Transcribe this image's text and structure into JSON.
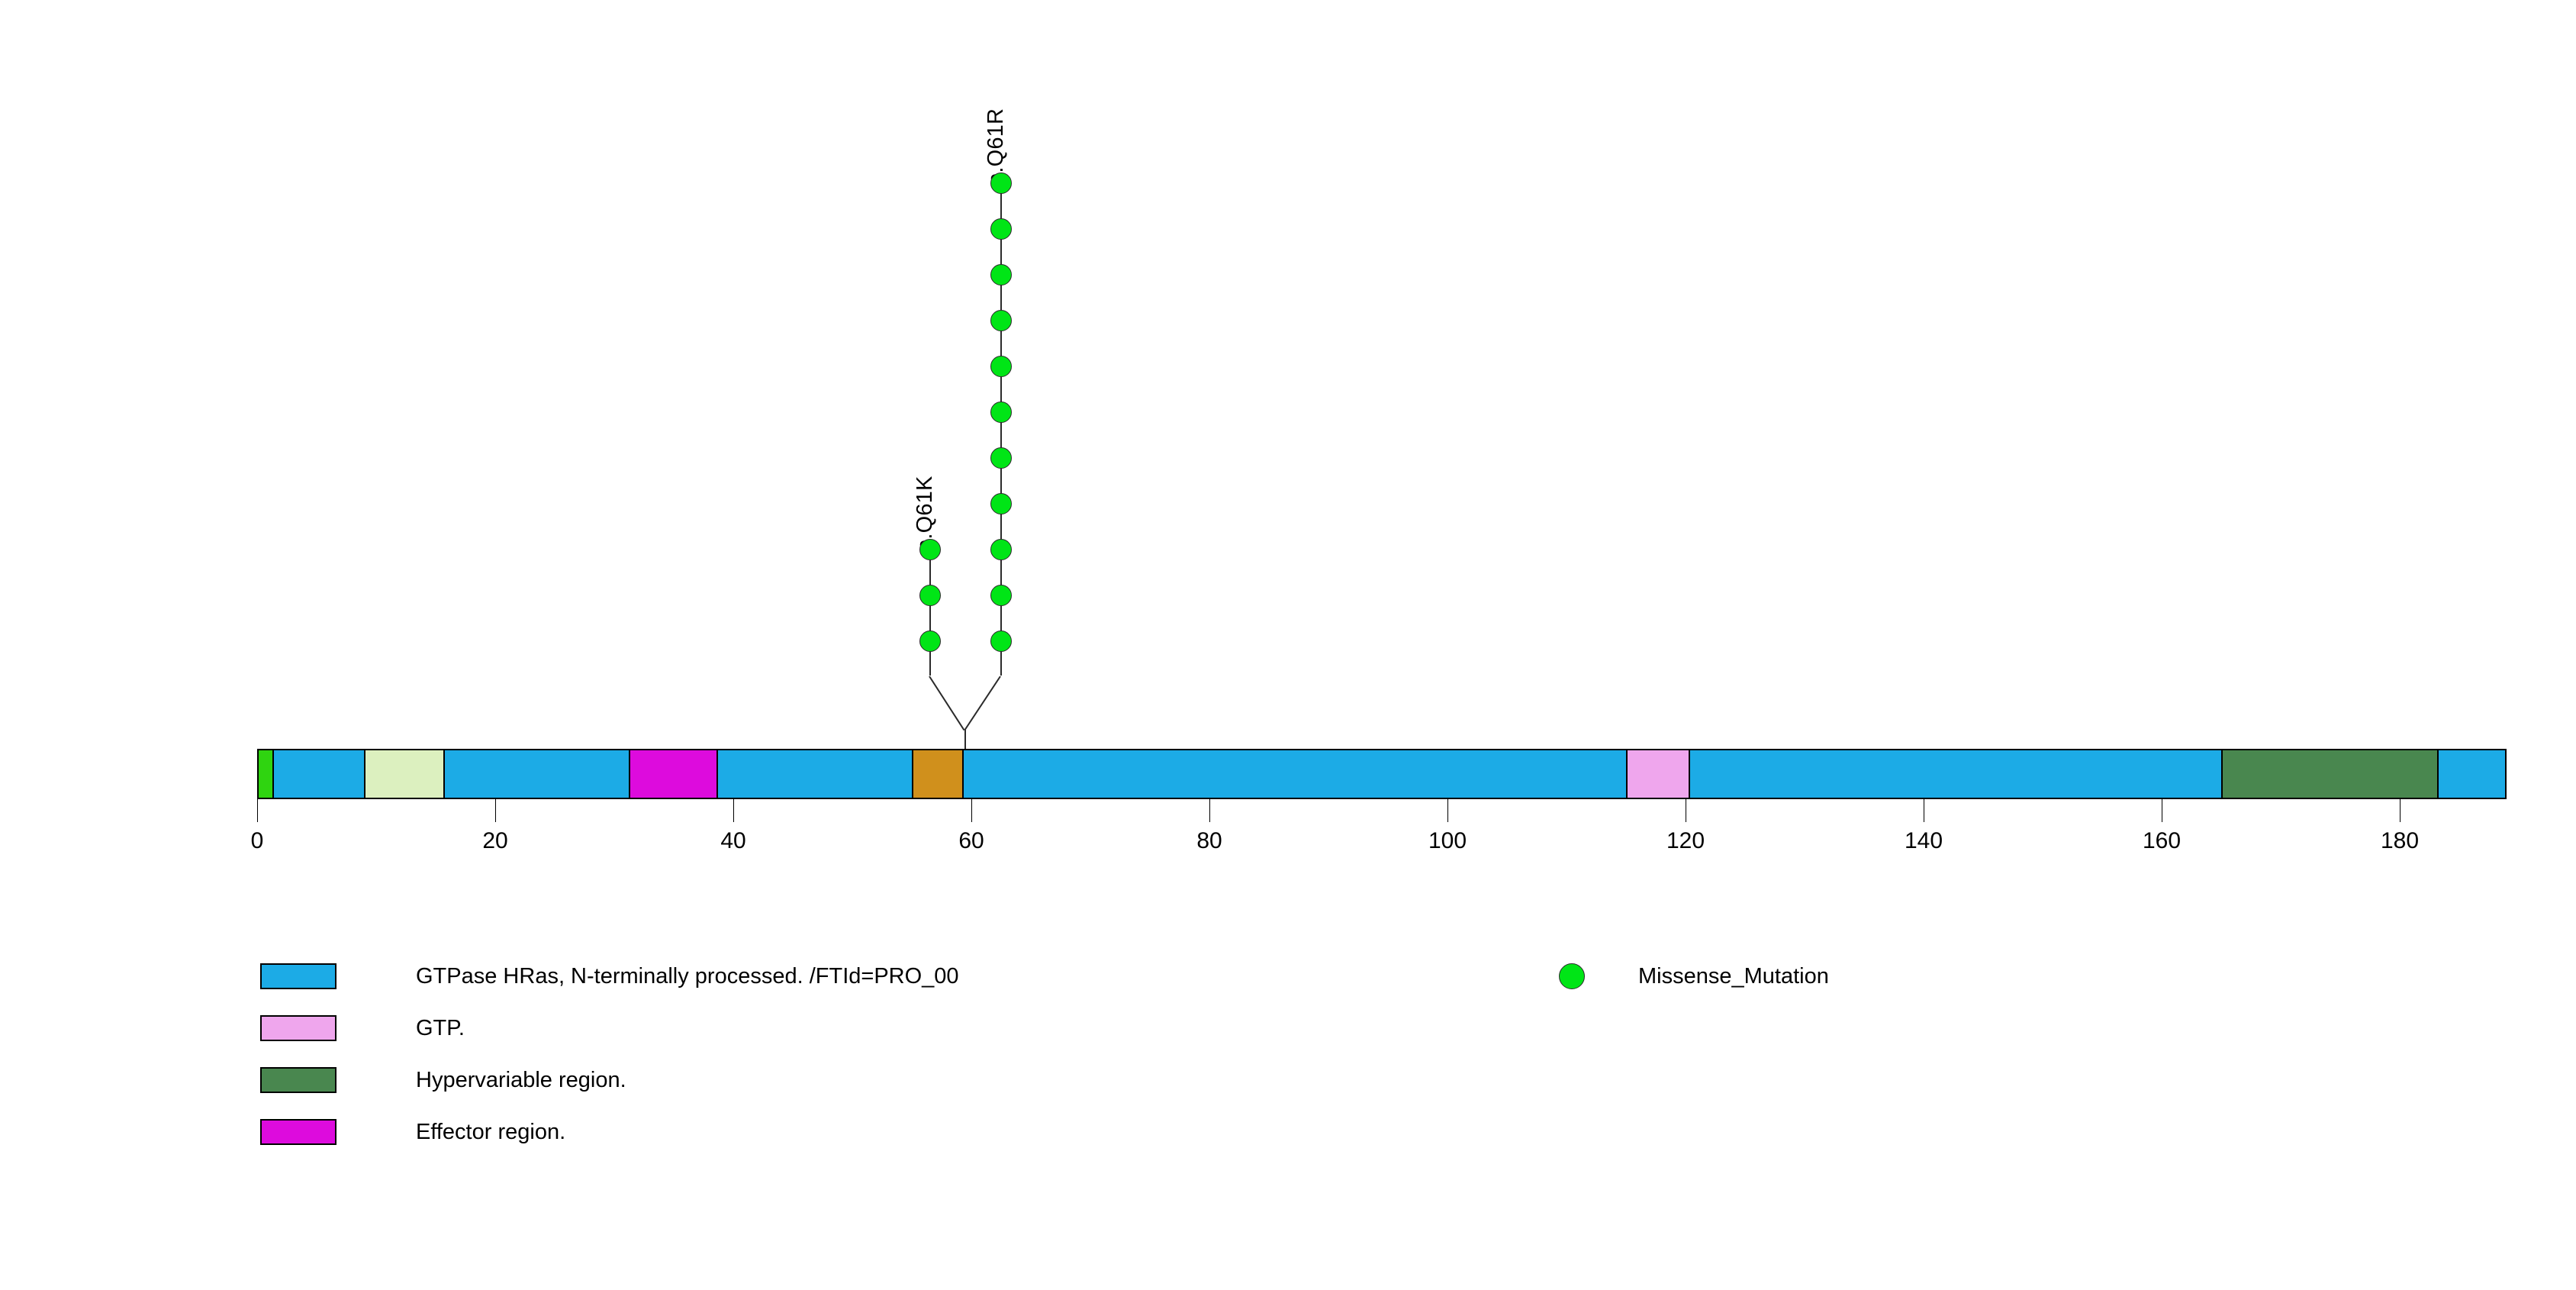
{
  "chart_data": {
    "type": "lollipop",
    "title": "",
    "xlabel": "",
    "ylabel": "",
    "xlim": [
      0,
      189
    ],
    "axis": {
      "ticks": [
        0,
        20,
        40,
        60,
        80,
        100,
        120,
        140,
        160,
        180
      ],
      "tick_labels": [
        "0",
        "20",
        "40",
        "60",
        "80",
        "100",
        "120",
        "140",
        "160",
        "180"
      ],
      "grid": false
    },
    "protein": {
      "length": 189,
      "backbone_color": "#1cabe6",
      "domains": [
        {
          "name": "n-terminal-green-marker",
          "start": 0,
          "end": 1.4,
          "color": "#2fd410"
        },
        {
          "name": "light-green-region",
          "start": 9.0,
          "end": 15.8,
          "color": "#dcf0bf"
        },
        {
          "name": "effector-region",
          "start": 31.2,
          "end": 38.7,
          "color": "#dd0bdd"
        },
        {
          "name": "orange-region",
          "start": 55.0,
          "end": 59.4,
          "color": "#d0901c"
        },
        {
          "name": "gtp-region",
          "start": 115.0,
          "end": 120.4,
          "color": "#efa6ed"
        },
        {
          "name": "hypervariable-region",
          "start": 165.0,
          "end": 183.3,
          "color": "#49874f"
        }
      ]
    },
    "mutations": [
      {
        "label": "p.Q61K",
        "position": 58,
        "count": 3,
        "type": "Missense_Mutation",
        "color": "#00e516"
      },
      {
        "label": "p.Q61R",
        "position": 61,
        "count": 11,
        "type": "Missense_Mutation",
        "color": "#00e516"
      }
    ],
    "legend_position": "bottom"
  },
  "domain_legend": {
    "items": [
      {
        "label": "GTPase HRas, N-terminally processed. /FTId=PRO_00",
        "color": "#1cabe6"
      },
      {
        "label": "GTP.",
        "color": "#efa6ed"
      },
      {
        "label": "Hypervariable region.",
        "color": "#49874f"
      },
      {
        "label": "Effector region.",
        "color": "#dd0bdd"
      }
    ]
  },
  "mutation_legend": {
    "items": [
      {
        "label": "Missense_Mutation",
        "color": "#00e516"
      }
    ]
  },
  "colors": {
    "backbone": "#1cabe6",
    "mutation": "#00e516",
    "stroke": "#000000"
  }
}
